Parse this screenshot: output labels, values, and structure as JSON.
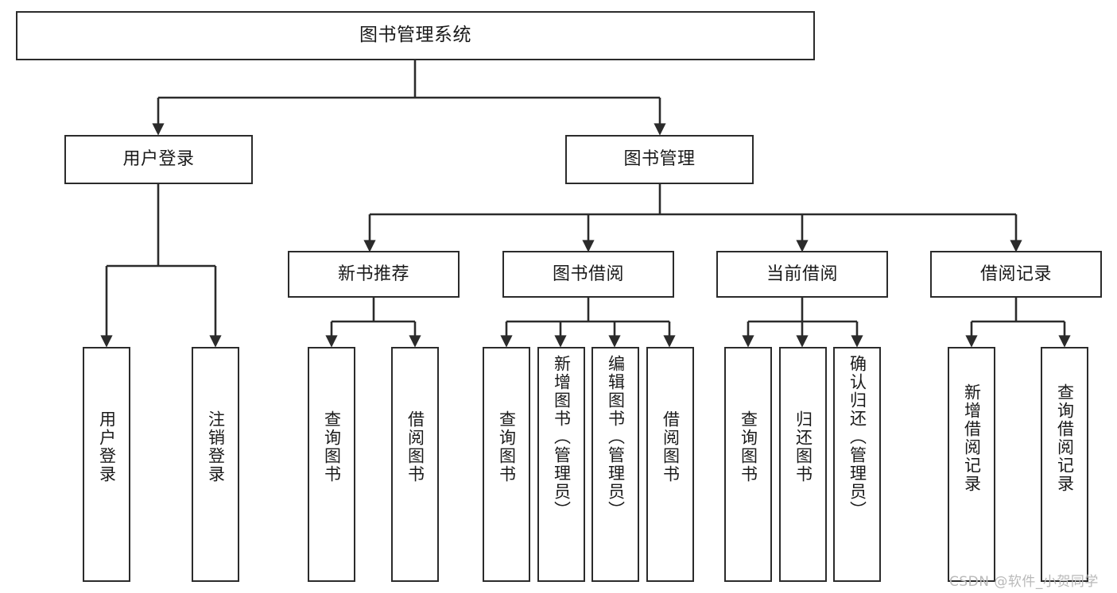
{
  "diagram": {
    "title": "图书管理系统",
    "type": "功能结构图",
    "stroke_color": "#2b2b2b",
    "fill_color": "#ffffff",
    "text_color": "#1a1a1a"
  },
  "nodes": {
    "root": {
      "label": "图书管理系统",
      "level": 0
    },
    "l1": [
      {
        "id": "user_login",
        "label": "用户登录"
      },
      {
        "id": "book_manage",
        "label": "图书管理"
      }
    ],
    "l2": [
      {
        "id": "new_book_rec",
        "label": "新书推荐"
      },
      {
        "id": "book_borrow",
        "label": "图书借阅"
      },
      {
        "id": "current_borrow",
        "label": "当前借阅"
      },
      {
        "id": "borrow_record",
        "label": "借阅记录"
      }
    ],
    "leaves": [
      {
        "id": "leaf_user_login",
        "label": "用户登录",
        "parent": "user_login"
      },
      {
        "id": "leaf_logout",
        "label": "注销登录",
        "parent": "user_login"
      },
      {
        "id": "leaf_query_book_1",
        "label": "查询图书",
        "parent": "new_book_rec"
      },
      {
        "id": "leaf_borrow_book_1",
        "label": "借阅图书",
        "parent": "new_book_rec"
      },
      {
        "id": "leaf_query_book_2",
        "label": "查询图书",
        "parent": "book_borrow"
      },
      {
        "id": "leaf_add_book",
        "label": "新增图书（管理员）",
        "parent": "book_borrow"
      },
      {
        "id": "leaf_edit_book",
        "label": "编辑图书（管理员）",
        "parent": "book_borrow"
      },
      {
        "id": "leaf_borrow_book_2",
        "label": "借阅图书",
        "parent": "book_borrow"
      },
      {
        "id": "leaf_query_book_3",
        "label": "查询图书",
        "parent": "current_borrow"
      },
      {
        "id": "leaf_return_book",
        "label": "归还图书",
        "parent": "current_borrow"
      },
      {
        "id": "leaf_confirm_return",
        "label": "确认归还（管理员）",
        "parent": "current_borrow"
      },
      {
        "id": "leaf_add_record",
        "label": "新增借阅记录",
        "parent": "borrow_record"
      },
      {
        "id": "leaf_query_record",
        "label": "查询借阅记录",
        "parent": "borrow_record"
      }
    ]
  },
  "watermark": {
    "text": "CSDN @软件_小贺同学"
  }
}
